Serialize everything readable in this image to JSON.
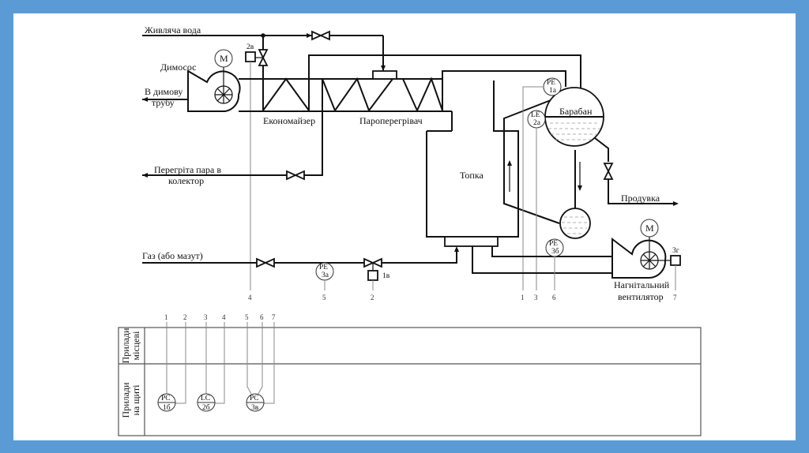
{
  "title": "Функціональна схема автоматизації барабанного парового котла",
  "streams": {
    "feed_water": "Живляча вода",
    "to_chimney_line1": "В димову",
    "to_chimney_line2": "трубу",
    "superheated_line1": "Перегріта пара в",
    "superheated_line2": "колектор",
    "gas": "Газ (або мазут)",
    "blowdown": "Продувка"
  },
  "equipment": {
    "smoke_exhauster": "Димосос",
    "economizer": "Економайзер",
    "superheater": "Пароперегрівач",
    "furnace": "Топка",
    "drum": "Барабан",
    "fan_line1": "Нагнітальний",
    "fan_line2": "вентилятор",
    "motor": "M"
  },
  "instruments_field": [
    {
      "id": "pe1a",
      "code": "PE",
      "num": "1a"
    },
    {
      "id": "le2a",
      "code": "LE",
      "num": "2a"
    },
    {
      "id": "pe3a",
      "code": "PE",
      "num": "3a"
    },
    {
      "id": "pe3b",
      "code": "PE",
      "num": "3б"
    }
  ],
  "actuators": {
    "a1": "1в",
    "a2": "2в",
    "a3": "3г"
  },
  "line_numbers": [
    "1",
    "2",
    "3",
    "4",
    "5",
    "6",
    "7"
  ],
  "table": {
    "row1_line1": "Прилади",
    "row1_line2": "місцеві",
    "row2_line1": "Прилади",
    "row2_line2": "на щиті",
    "column_numbers": [
      "1",
      "2",
      "3",
      "4",
      "5",
      "6",
      "7"
    ]
  },
  "instruments_panel": [
    {
      "code": "PC",
      "num": "1б"
    },
    {
      "code": "LC",
      "num": "2б"
    },
    {
      "code": "PC",
      "num": "3в"
    }
  ]
}
